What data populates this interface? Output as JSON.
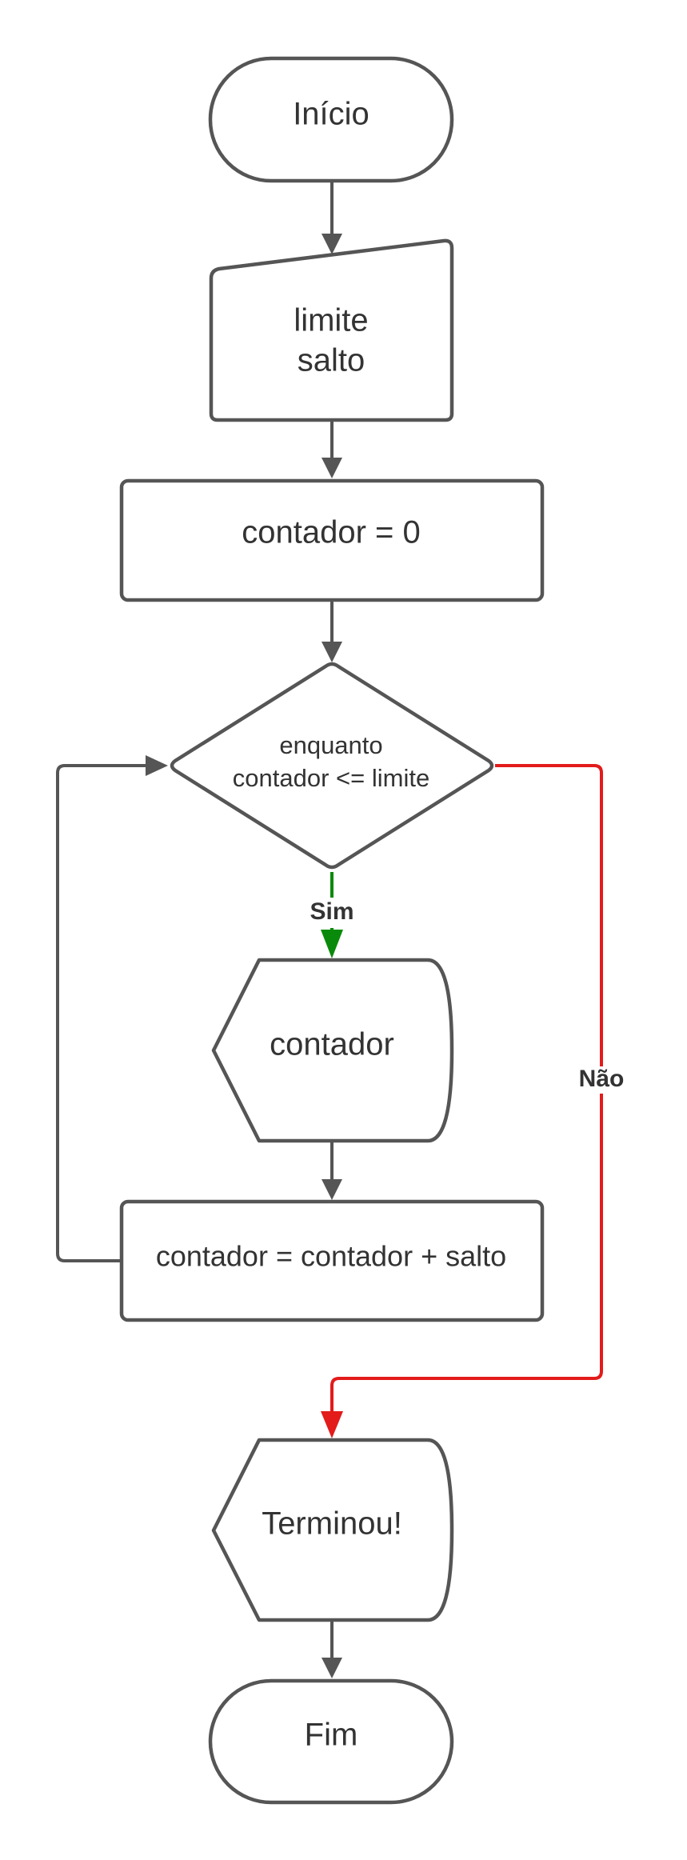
{
  "diagram": {
    "start": "Início",
    "input_line1": "limite",
    "input_line2": "salto",
    "init": "contador = 0",
    "decision_line1": "enquanto",
    "decision_line2": "contador <= limite",
    "yes_label": "Sim",
    "no_label": "Não",
    "display_counter": "contador",
    "increment": "contador = contador + salto",
    "display_done": "Terminou!",
    "end": "Fim",
    "colors": {
      "stroke": "#555555",
      "yes_edge": "#0a8a0a",
      "no_edge": "#e31b1b"
    }
  }
}
